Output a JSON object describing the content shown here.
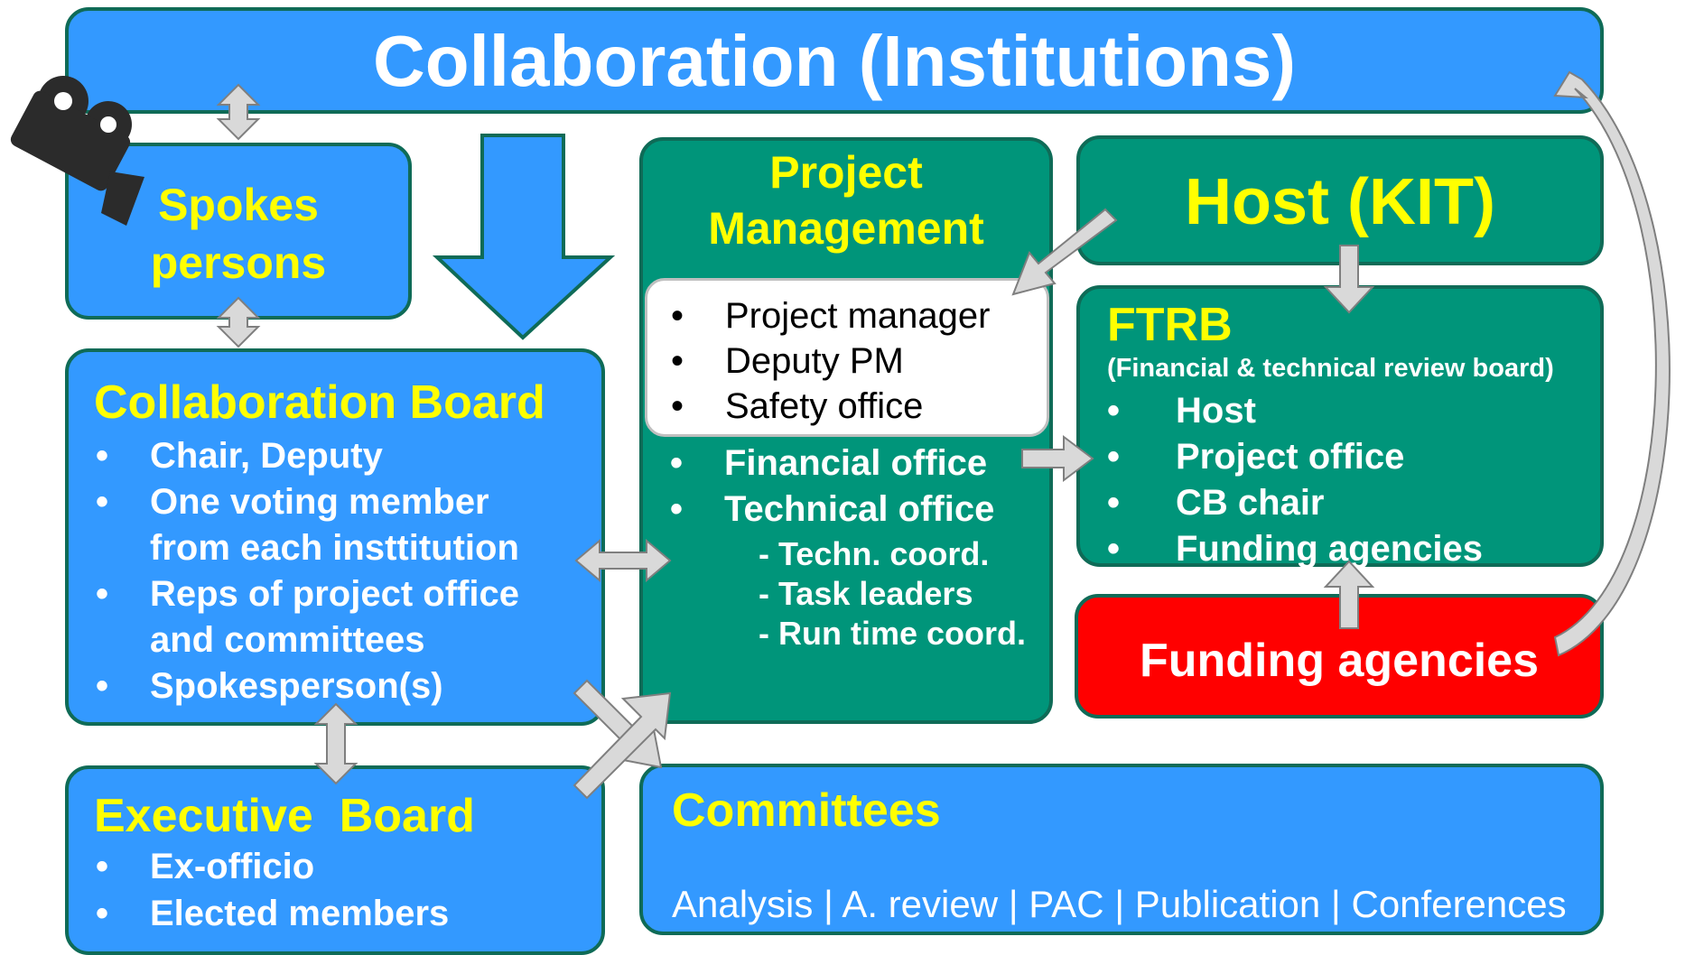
{
  "colors": {
    "blue_box": "#3399ff",
    "teal_box": "#00957a",
    "red_box": "#ff0000",
    "border": "#0f6b57",
    "title_yellow": "#ffff00",
    "text_white": "#ffffff",
    "arrow_grey": "#d9d9d9"
  },
  "header": {
    "title": "Collaboration (Institutions)"
  },
  "camera_icon": "movie-camera-icon",
  "spokespersons": {
    "line1": "Spokes",
    "line2": "persons"
  },
  "collaboration_board": {
    "title": "Collaboration Board",
    "items": [
      {
        "line1": "Chair, Deputy"
      },
      {
        "line1": "One voting member",
        "line2": "from each insttitution"
      },
      {
        "line1": "Reps of project office",
        "line2": "and committees"
      },
      {
        "line1": "Spokesperson(s)"
      }
    ]
  },
  "executive_board": {
    "title": "Executive  Board",
    "items": [
      "Ex-officio",
      "Elected members"
    ]
  },
  "project_management": {
    "title_line1": "Project",
    "title_line2": "Management",
    "inner_items": [
      "Project manager",
      "Deputy PM",
      "Safety office"
    ],
    "offices": [
      "Financial office",
      "Technical office"
    ],
    "technical_sub": [
      "- Techn. coord.",
      "- Task leaders",
      "- Run time coord."
    ]
  },
  "host": {
    "title": "Host (KIT)"
  },
  "ftrb": {
    "title": "FTRB",
    "subtitle": "(Financial & technical review board)",
    "items": [
      "Host",
      "Project office",
      "CB chair",
      "Funding agencies"
    ]
  },
  "funding_agencies": {
    "title": "Funding agencies"
  },
  "committees": {
    "title": "Committees",
    "list": "Analysis | A. review | PAC | Publication | Conferences"
  },
  "bullet": "•"
}
